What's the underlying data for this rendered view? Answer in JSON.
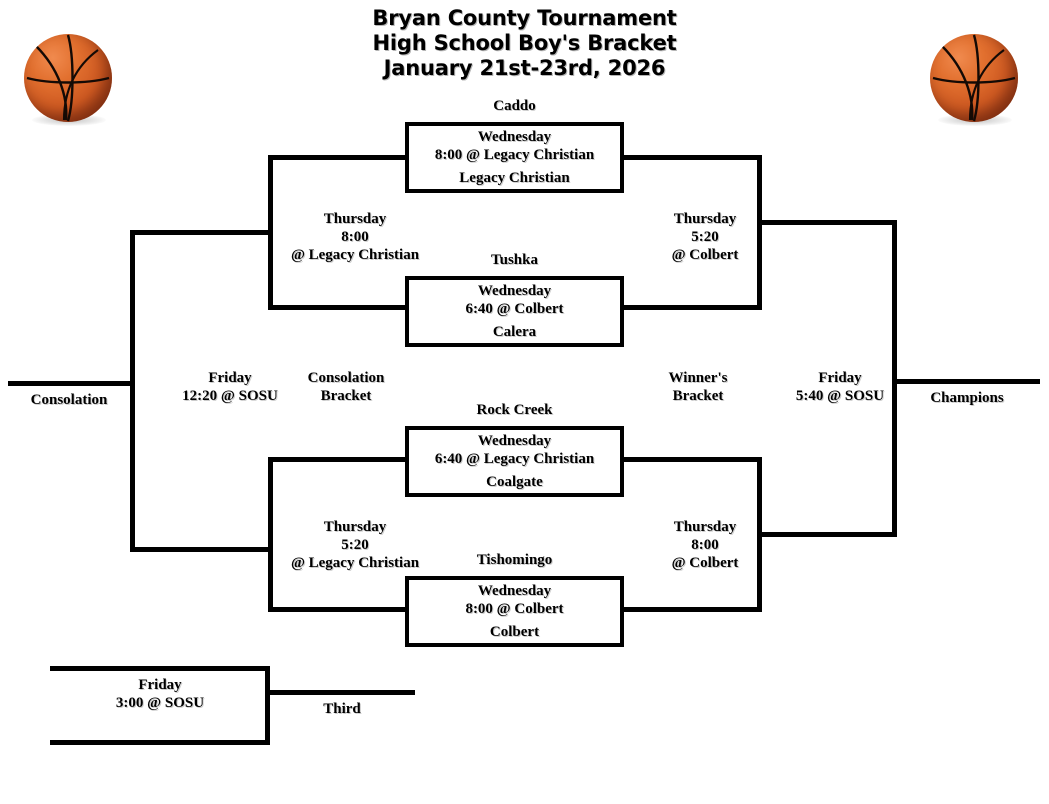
{
  "title": {
    "line1": "Bryan County Tournament",
    "line2": "High School Boy's Bracket",
    "line3": "January 21st-23rd, 2026"
  },
  "decor": {
    "basketball_left": "basketball-icon",
    "basketball_right": "basketball-icon"
  },
  "first_round": [
    {
      "seed_label": "Caddo",
      "day": "Wednesday",
      "time_venue": "8:00 @ Legacy Christian",
      "opponent": "Legacy Christian"
    },
    {
      "seed_label": "Tushka",
      "day": "Wednesday",
      "time_venue": "6:40 @ Colbert",
      "opponent": "Calera"
    },
    {
      "seed_label": "Rock Creek",
      "day": "Wednesday",
      "time_venue": "6:40 @ Legacy Christian",
      "opponent": "Coalgate"
    },
    {
      "seed_label": "Tishomingo",
      "day": "Wednesday",
      "time_venue": "8:00 @ Colbert",
      "opponent": "Colbert"
    }
  ],
  "consolation_semis": [
    {
      "day": "Thursday",
      "time": "8:00",
      "venue": "@ Legacy Christian"
    },
    {
      "day": "Thursday",
      "time": "5:20",
      "venue": "@ Legacy Christian"
    }
  ],
  "winners_semis": [
    {
      "day": "Thursday",
      "time": "5:20",
      "venue": "@ Colbert"
    },
    {
      "day": "Thursday",
      "time": "8:00",
      "venue": "@ Colbert"
    }
  ],
  "consolation_final": {
    "day": "Friday",
    "time_venue": "12:20 @ SOSU",
    "result_label": "Consolation"
  },
  "championship_final": {
    "day": "Friday",
    "time_venue": "5:40 @ SOSU",
    "result_label": "Champions"
  },
  "third_place": {
    "day": "Friday",
    "time_venue": "3:00 @ SOSU",
    "result_label": "Third"
  },
  "bracket_labels": {
    "consolation_bracket_line1": "Consolation",
    "consolation_bracket_line2": "Bracket",
    "winners_bracket_line1": "Winner's",
    "winners_bracket_line2": "Bracket"
  },
  "colors": {
    "line": "#000000",
    "background": "#ffffff",
    "ball_primary": "#e2702f",
    "ball_shade": "#7d2d12"
  }
}
